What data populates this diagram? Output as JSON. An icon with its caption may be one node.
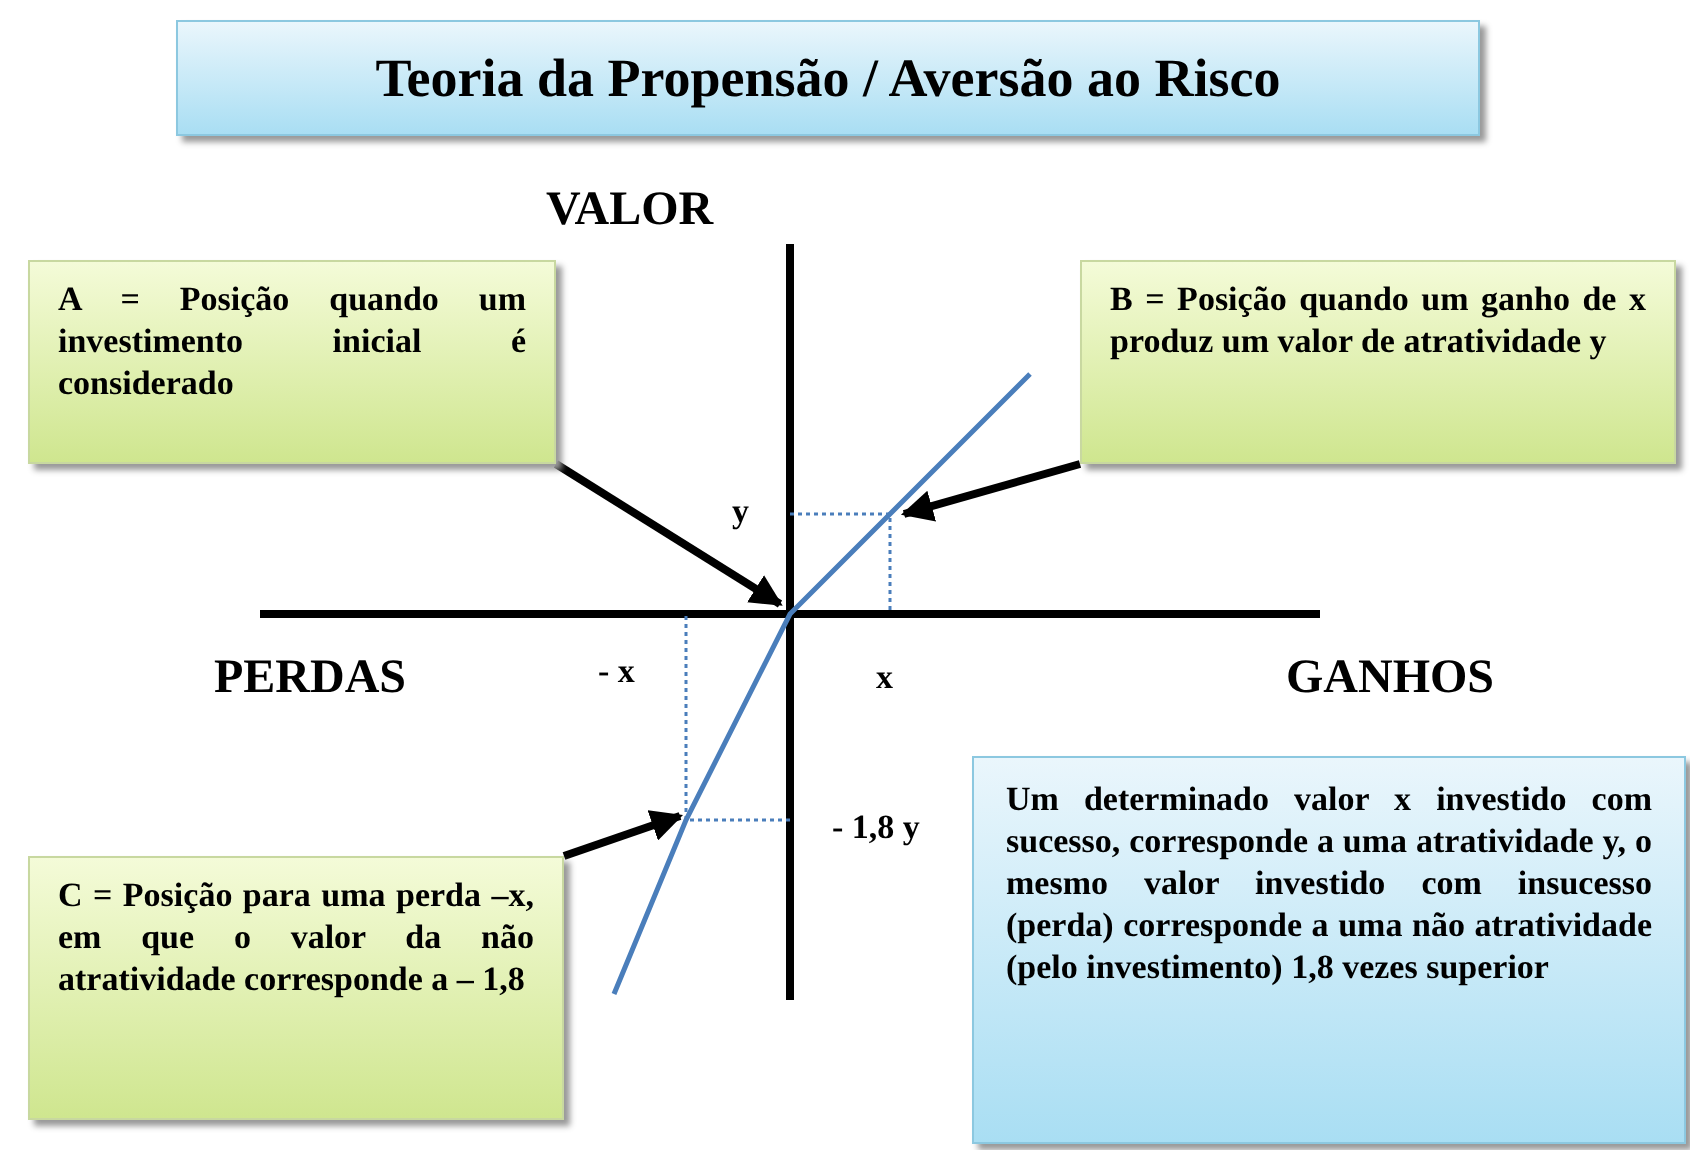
{
  "diagram": {
    "title": "Teoria da Propensão / Aversão ao Risco",
    "nodes": [
      {
        "text": [
          "A = Posição quando um investimento inicial é considerado"
        ]
      },
      {
        "text": [
          "B = Posição quando um ganho de x produz um valor de atratividade y"
        ]
      },
      {
        "text": [
          "C = Posição para uma perda –x, em que o valor da não atratividade corresponde a – 1,8"
        ]
      },
      {
        "text": [
          "Um determinado valor x investido com sucesso, corresponde a uma atratividade y, o mesmo valor investido com insucesso (perda) corresponde a uma não atratividade (pelo investimento) 1,8 vezes superior"
        ]
      },
      {
        "text": [],
        "shape": "line"
      }
    ],
    "edges": [
      {
        "from": 0,
        "to": 4,
        "arrow": "to"
      },
      {
        "from": 1,
        "to": 4,
        "arrow": "to"
      },
      {
        "from": 2,
        "to": 4,
        "arrow": "to"
      }
    ],
    "labels": [
      "VALOR",
      "y",
      "PERDAS",
      "- x",
      "x",
      "GANHOS",
      "- 1,8 y"
    ]
  }
}
